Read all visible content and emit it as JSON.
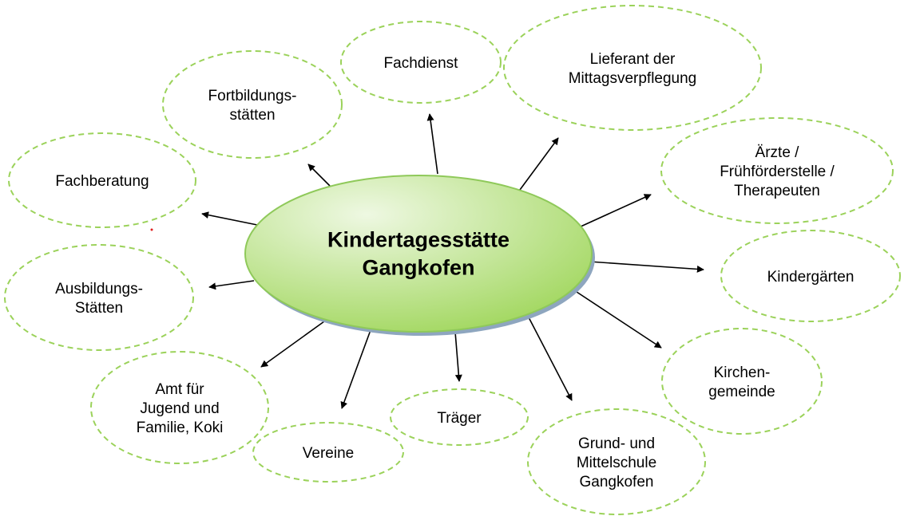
{
  "colors": {
    "node_border": "#9bd25a",
    "center_light": "#eef8e2",
    "center_dark": "#9fd65a",
    "center_border": "#8fc95a",
    "center_shadow": "#8ea6bf",
    "arrow": "#000000"
  },
  "center": {
    "lines": [
      "Kindertagesstätte",
      "Gangkofen"
    ]
  },
  "nodes": [
    {
      "id": "fachdienst",
      "lines": [
        "Fachdienst"
      ]
    },
    {
      "id": "lieferant",
      "lines": [
        "Lieferant der",
        "Mittagsverpflegung"
      ]
    },
    {
      "id": "aerzte",
      "lines": [
        "Ärzte /",
        "Frühförderstelle /",
        "Therapeuten"
      ]
    },
    {
      "id": "kindergaerten",
      "lines": [
        "Kindergärten"
      ]
    },
    {
      "id": "kirchengemeinde",
      "lines": [
        "Kirchen-",
        "gemeinde"
      ]
    },
    {
      "id": "grundschule",
      "lines": [
        "Grund- und",
        "Mittelschule",
        "Gangkofen"
      ]
    },
    {
      "id": "traeger",
      "lines": [
        "Träger"
      ]
    },
    {
      "id": "vereine",
      "lines": [
        "Vereine"
      ]
    },
    {
      "id": "amt",
      "lines": [
        "Amt für",
        "Jugend und",
        "Familie, Koki"
      ]
    },
    {
      "id": "ausbildung",
      "lines": [
        "Ausbildungs-",
        "Stätten"
      ]
    },
    {
      "id": "fachberatung",
      "lines": [
        "Fachberatung"
      ]
    },
    {
      "id": "fortbildung",
      "lines": [
        "Fortbildungs-",
        "stätten"
      ]
    }
  ]
}
